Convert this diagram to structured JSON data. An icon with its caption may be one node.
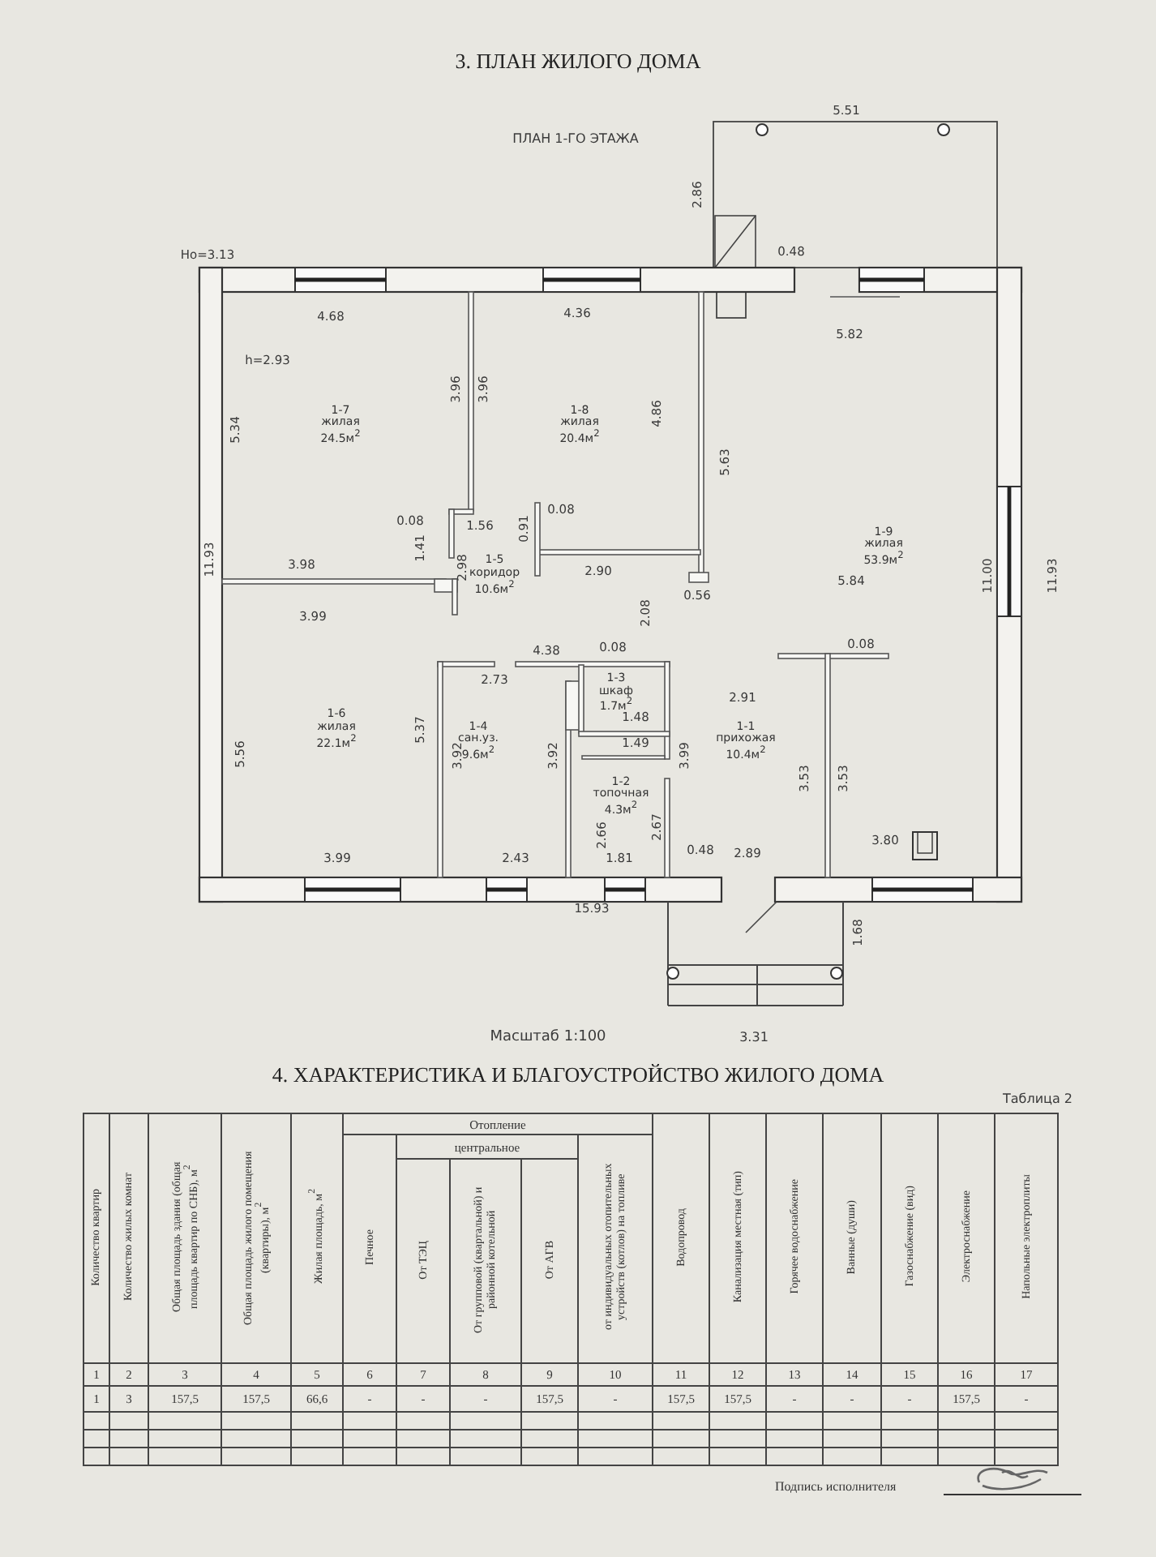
{
  "diagram": {
    "title": "3. ПЛАН ЖИЛОГО ДОМА",
    "nodes": [
      {
        "text": [
          "1-7",
          "жилая",
          "24.5м$^{2}$"
        ]
      },
      {
        "text": [
          "1-8",
          "жилая",
          "20.4м$^{2}$"
        ]
      },
      {
        "text": [
          "1-9",
          "жилая",
          "53.9м$^{2}$"
        ]
      },
      {
        "text": [
          "1-5",
          "коридор",
          "10.6м$^{2}$"
        ]
      },
      {
        "text": [
          "1-6",
          "жилая",
          "22.1м$^{2}$"
        ]
      },
      {
        "text": [
          "1-4",
          "сан.уз.",
          "9.6м$^{2}$"
        ]
      },
      {
        "text": [
          "1-3",
          "шкаф",
          "1.7м$^{2}$"
        ]
      },
      {
        "text": [
          "1-2",
          "топочная",
          "4.3м$^{2}$"
        ]
      },
      {
        "text": [
          "1-1",
          "прихожая",
          "10.4м$^{2}$"
        ]
      }
    ],
    "labels": [
      "ПЛАН 1-ГО ЭТАЖА",
      "5.51",
      "2.86",
      "Hо=3.13",
      "0.48",
      "4.68",
      "4.36",
      "5.82",
      "h=2.93",
      "3.96",
      "3.96",
      "4.86",
      "5.34",
      "5.63",
      "11.93",
      "0.08",
      "1.56",
      "0.08",
      "0.91",
      "1.41",
      "3.98",
      "2.98",
      "2.90",
      "0.56",
      "5.84",
      "11.00",
      "11.93",
      "3.99",
      "2.08",
      "4.38",
      "0.08",
      "2.73",
      "2.91",
      "0.08",
      "1.48",
      "1.49",
      "5.56",
      "5.37",
      "3.92",
      "3.92",
      "3.99",
      "3.53",
      "3.53",
      "2.66",
      "2.67",
      "3.80",
      "3.99",
      "2.43",
      "1.81",
      "0.48",
      "2.89",
      "15.93",
      "1.68",
      "Масштаб 1:100",
      "3.31",
      "4. ХАРАКТЕРИСТИКА И БЛАГОУСТРОЙСТВО ЖИЛОГО ДОМА",
      "Таблица 2",
      "Количество квартир",
      "Количество жилых комнат",
      "Общая площадь здания (общая площадь квартир по СНБ), м$^{2}$",
      "Общая площадь жилого помещения (квартиры), м$^{2}$",
      "Жилая площадь, м$^{2}$",
      "Отопление",
      "Водопровод",
      "Канализация местная (тип)",
      "Горячее водоснабжение",
      "Ванные (души)",
      "Газоснабжение (вид)",
      "Электроснабжение",
      "Напольные электроплиты",
      "Печное",
      "центральное",
      "от индивидуальных отопительных устройств (котлов) на топливе",
      "От ТЭЦ",
      "От групповой (квартальной) и районной котельной",
      "От АГВ",
      "1",
      "2",
      "3",
      "4",
      "5",
      "6",
      "7",
      "8",
      "9",
      "10",
      "11",
      "12",
      "13",
      "14",
      "15",
      "16",
      "17",
      "1",
      "3",
      "157,5",
      "157,5",
      "66,6",
      "-",
      "-",
      "-",
      "157,5",
      "-",
      "157,5",
      "157,5",
      "-",
      "-",
      "-",
      "157,5",
      "-",
      "Подпись исполнителя"
    ]
  }
}
